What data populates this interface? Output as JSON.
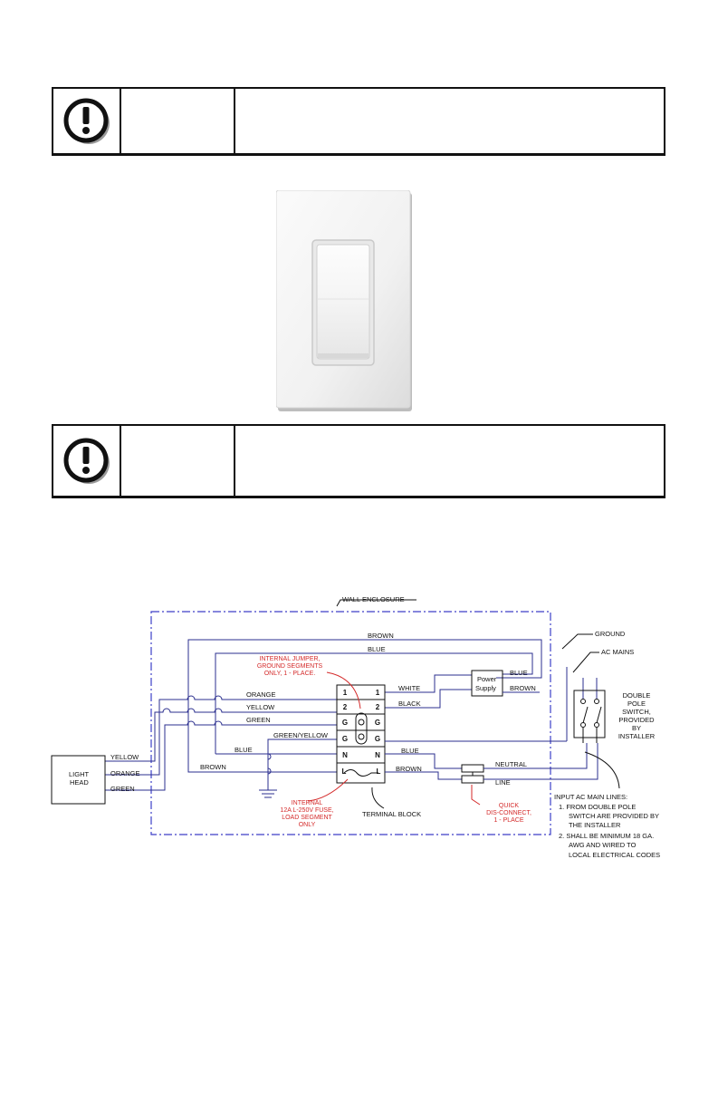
{
  "colors": {
    "wire": "#2b2f8f",
    "enclosure": "#3d3fc8",
    "annotation": "#d42a2a",
    "ink": "#111111"
  },
  "icons": {
    "caution": "exclamation-in-circle-icon"
  },
  "diagram": {
    "wall_enclosure": "WALL ENCLOSURE",
    "ground": "GROUND",
    "ac_mains": "AC MAINS",
    "brown": "BROWN",
    "blue": "BLUE",
    "white": "WHITE",
    "black": "BLACK",
    "orange": "ORANGE",
    "yellow": "YELLOW",
    "green": "GREEN",
    "green_yellow": "GREEN/YELLOW",
    "neutral": "NEUTRAL",
    "line": "LINE",
    "power_supply_1": "Power",
    "power_supply_2": "Supply",
    "jumper_1": "INTERNAL JUMPER,",
    "jumper_2": "GROUND SEGMENTS",
    "jumper_3": "ONLY, 1 - PLACE.",
    "switch_1": "DOUBLE",
    "switch_2": "POLE",
    "switch_3": "SWITCH,",
    "switch_4": "PROVIDED",
    "switch_5": "BY",
    "switch_6": "INSTALLER",
    "light_head_1": "LIGHT",
    "light_head_2": "HEAD",
    "fuse_1": "INTERNAL",
    "fuse_2": "12A L-250V FUSE,",
    "fuse_3": "LOAD SEGMENT",
    "fuse_4": "ONLY",
    "terminal_block": "TERMINAL BLOCK",
    "quick_1": "QUICK",
    "quick_2": "DIS-CONNECT,",
    "quick_3": "1 - PLACE",
    "input_1": "INPUT AC MAIN LINES:",
    "input_2": "1.  FROM DOUBLE POLE",
    "input_3": "SWITCH ARE PROVIDED BY",
    "input_4": "THE  INSTALLER",
    "input_5": "2.  SHALL BE MINIMUM 18 GA.",
    "input_6": "AWG AND WIRED TO",
    "input_7": "LOCAL ELECTRICAL CODES",
    "terminals": {
      "t1": "1",
      "t2": "2",
      "g": "G",
      "n": "N",
      "l": "L"
    }
  }
}
